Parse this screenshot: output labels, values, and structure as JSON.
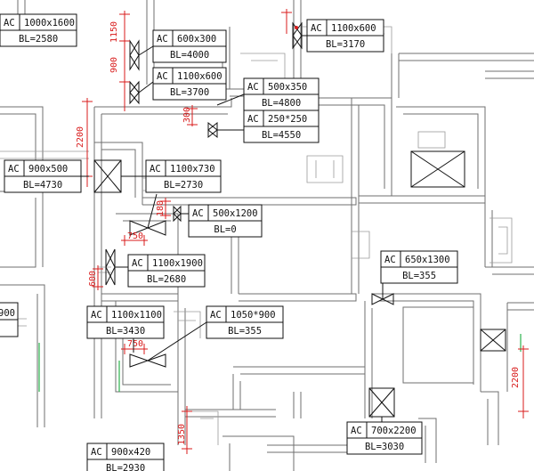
{
  "tags": [
    {
      "id": "t1",
      "ac": "AC",
      "size": "1000x1600",
      "bl": "BL=2580"
    },
    {
      "id": "t2",
      "ac": "AC",
      "size": "600x300",
      "bl": "BL=4000"
    },
    {
      "id": "t3",
      "ac": "AC",
      "size": "1100x600",
      "bl": "BL=3700"
    },
    {
      "id": "t4",
      "ac": "AC",
      "size": "1100x600",
      "bl": "BL=3170"
    },
    {
      "id": "t5",
      "ac": "AC",
      "size": "500x350",
      "bl": "BL=4800"
    },
    {
      "id": "t6",
      "ac": "AC",
      "size": "250*250",
      "bl": "BL=4550"
    },
    {
      "id": "t7",
      "ac": "AC",
      "size": "900x500",
      "bl": "BL=4730"
    },
    {
      "id": "t8",
      "ac": "AC",
      "size": "1100x730",
      "bl": "BL=2730"
    },
    {
      "id": "t9",
      "ac": "AC",
      "size": "500x1200",
      "bl": "BL=0"
    },
    {
      "id": "t10",
      "ac": "AC",
      "size": "650x1300",
      "bl": "BL=355"
    },
    {
      "id": "t11",
      "ac": "AC",
      "size": "1100x1900",
      "bl": "BL=2680"
    },
    {
      "id": "t12",
      "ac": "AC",
      "size": "1100x1100",
      "bl": "BL=3430"
    },
    {
      "id": "t13",
      "ac": "AC",
      "size": "1050*900",
      "bl": "BL=355"
    },
    {
      "id": "t14",
      "ac": "AC",
      "size": "700x2200",
      "bl": "BL=3030"
    },
    {
      "id": "t15",
      "ac": "AC",
      "size": "900x420",
      "bl": "BL=2930"
    }
  ],
  "dims": {
    "d1150": "1150",
    "d900": "900",
    "d300": "300",
    "d2200a": "2200",
    "d180": "180",
    "d750a": "750",
    "d600": "600",
    "d750b": "750",
    "d1350": "1350",
    "d2200b": "2200"
  },
  "partial_labels": {
    "left_edge": "900"
  }
}
